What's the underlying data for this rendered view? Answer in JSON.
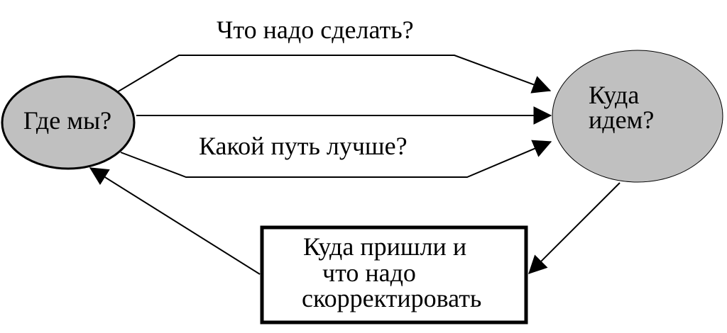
{
  "diagram": {
    "nodes": {
      "where_we_are": {
        "label": "Где мы?",
        "fill": "#c0c0c0"
      },
      "where_we_go": {
        "lines": [
          "Куда",
          "идем?"
        ],
        "fill": "#c0c0c0"
      },
      "correction": {
        "lines": [
          "Куда пришли и",
          "что надо",
          "скорректировать"
        ],
        "fill": "#ffffff"
      }
    },
    "edges": {
      "top_label": "Что надо сделать?",
      "bottom_label": "Какой путь лучше?"
    }
  }
}
